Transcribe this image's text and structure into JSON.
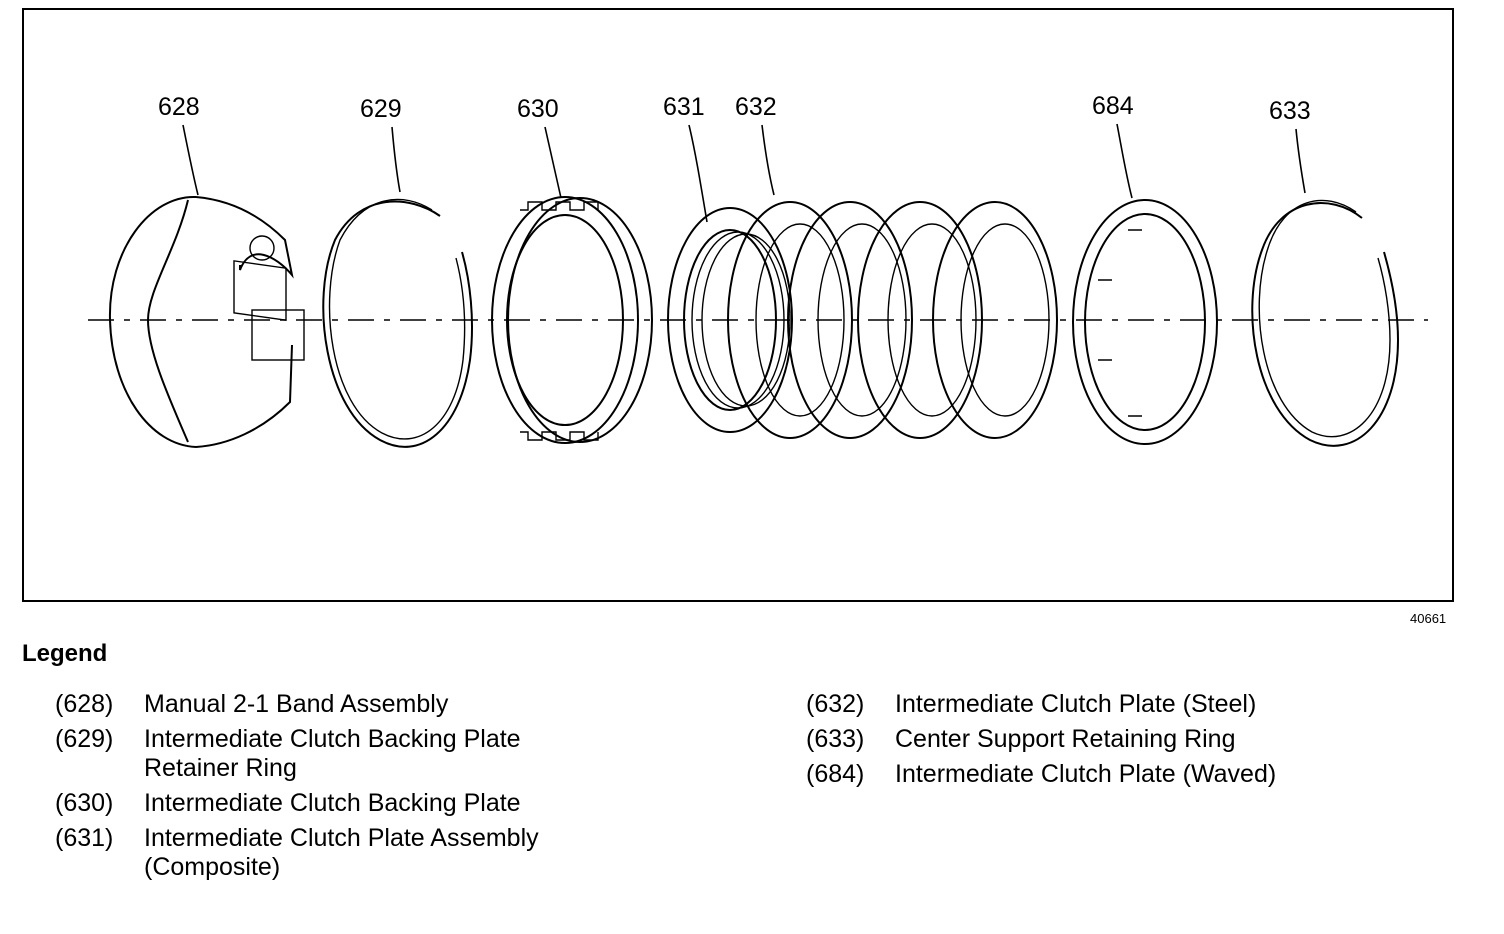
{
  "diagram": {
    "callouts": {
      "c628": "628",
      "c629": "629",
      "c630": "630",
      "c631": "631",
      "c632": "632",
      "c684": "684",
      "c633": "633"
    },
    "figure_id": "40661"
  },
  "legend": {
    "title": "Legend",
    "left": [
      {
        "num": "(628)",
        "desc": "Manual 2-1 Band Assembly"
      },
      {
        "num": "(629)",
        "desc": "Intermediate Clutch Backing Plate\nRetainer Ring"
      },
      {
        "num": "(630)",
        "desc": "Intermediate Clutch Backing Plate"
      },
      {
        "num": "(631)",
        "desc": "Intermediate Clutch Plate Assembly\n(Composite)"
      }
    ],
    "right": [
      {
        "num": "(632)",
        "desc": "Intermediate Clutch Plate (Steel)"
      },
      {
        "num": "(633)",
        "desc": "Center Support Retaining Ring"
      },
      {
        "num": "(684)",
        "desc": "Intermediate Clutch Plate (Waved)"
      }
    ]
  }
}
